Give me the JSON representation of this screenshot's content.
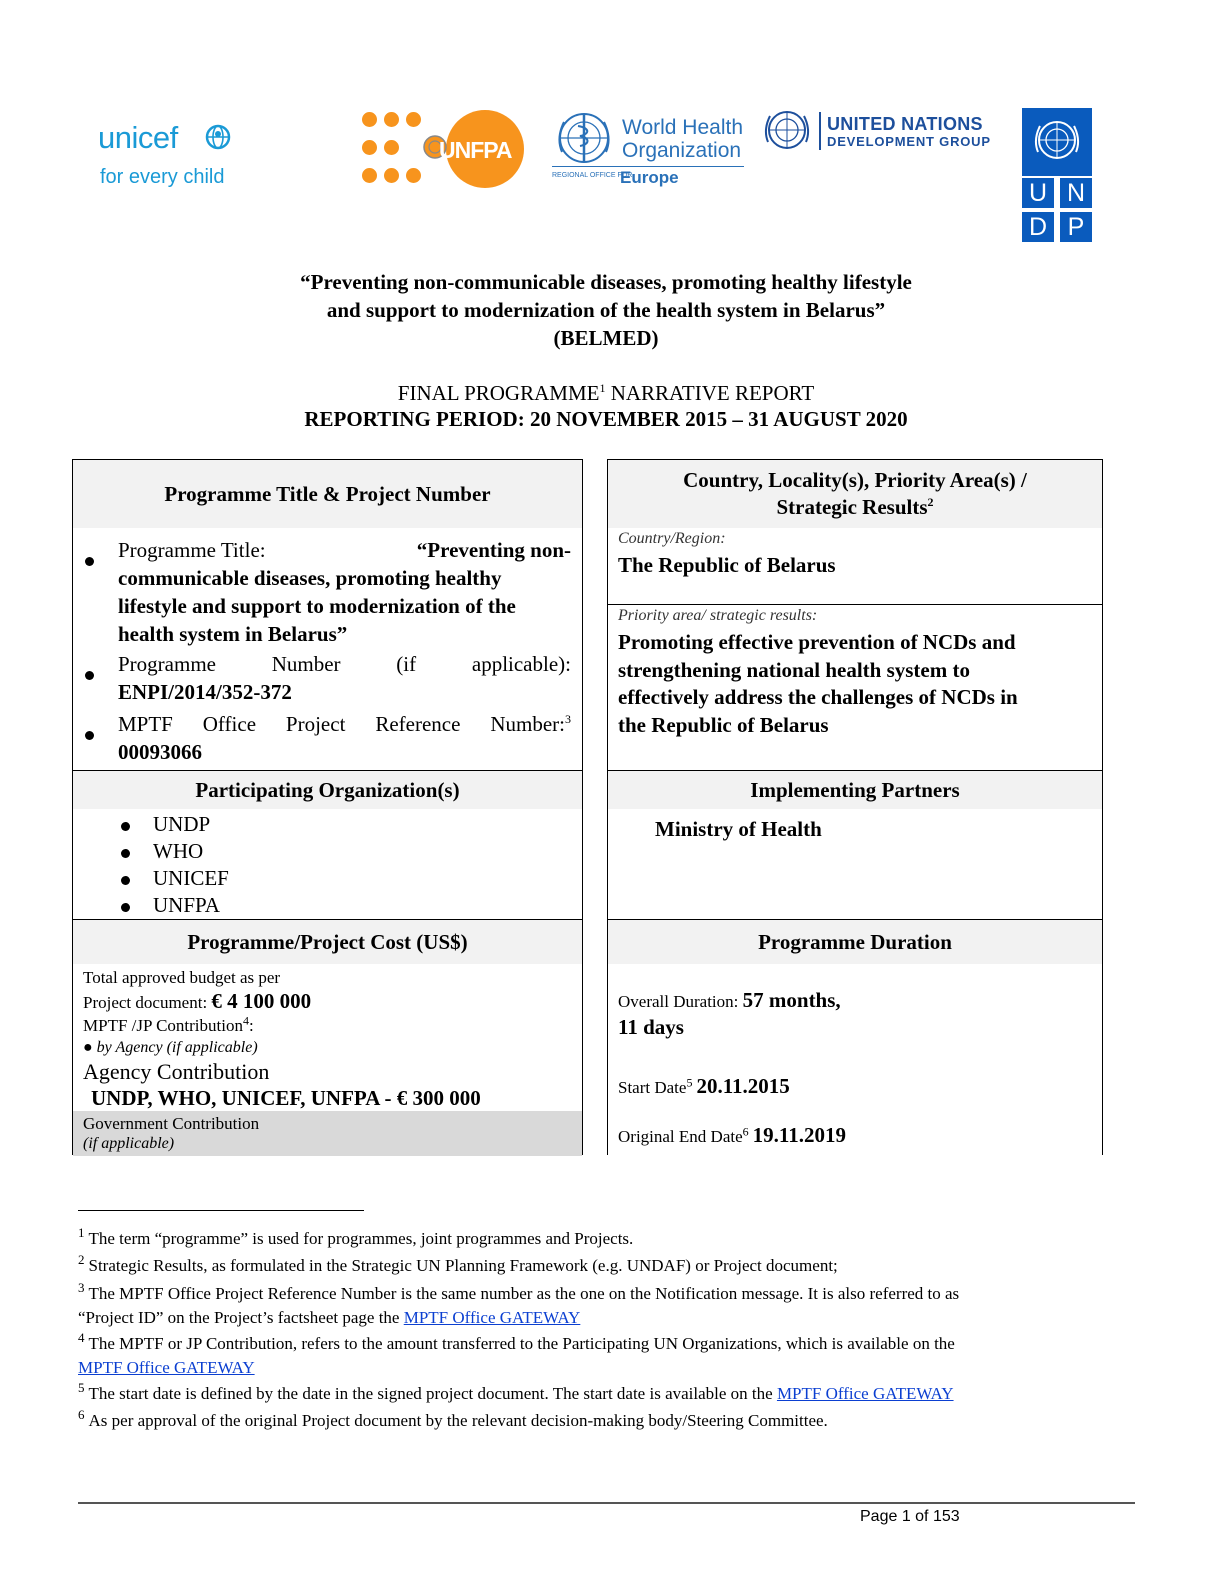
{
  "logos": {
    "unicef": {
      "word": "unicef",
      "tagline": "for every child",
      "color": "#1a9ad6"
    },
    "unfpa": {
      "name": "UNFPA",
      "color": "#f7941d"
    },
    "who": {
      "line1": "World Health",
      "line2": "Organization",
      "region_label": "REGIONAL OFFICE FOR",
      "region": "Europe",
      "color": "#2a71b8"
    },
    "undg": {
      "line1": "UNITED NATIONS",
      "line2": "DEVELOPMENT GROUP",
      "color": "#1d4f9c"
    },
    "undp": {
      "letters": [
        "U",
        "N",
        "D",
        "P"
      ],
      "color": "#0a5bbd"
    }
  },
  "title": {
    "line1": "“Preventing non-communicable diseases, promoting healthy lifestyle",
    "line2": "and support to modernization of the health system in Belarus”",
    "line3": "(BELMED)"
  },
  "report": {
    "heading_a": "FINAL PROGRAMME",
    "heading_sup": "1",
    "heading_b": " NARRATIVE REPORT",
    "period": "REPORTING PERIOD: 20 NOVEMBER 2015 – 31 AUGUST 2020"
  },
  "left_table": {
    "programme_header": "Programme Title & Project Number",
    "title_label": "Programme Title:",
    "title_value_1": "“Preventing non-",
    "title_value_2": "communicable diseases, promoting healthy",
    "title_value_3": "lifestyle and support to modernization of the",
    "title_value_4": "health system in Belarus”",
    "number_label": "Programme Number (if applicable):",
    "number_value": "ENPI/2014/352-372",
    "mptf_label": "MPTF Office Project Reference Number:",
    "mptf_sup": "3",
    "mptf_value": "00093066",
    "participating_header": "Participating Organization(s)",
    "organizations": [
      "UNDP",
      "WHO",
      "UNICEF",
      "UNFPA"
    ],
    "cost_header": "Programme/Project Cost (US$)",
    "budget_label_1": "Total approved budget as per",
    "budget_label_2": "Project document: ",
    "budget_value": "€ 4 100 000",
    "mptf_contrib_label": "MPTF /JP Contribution",
    "mptf_contrib_sup": "4",
    "mptf_contrib_colon": ":",
    "by_agency": "by Agency (if applicable)",
    "agency_contrib_label": "Agency Contribution",
    "agency_contrib_value": "UNDP, WHO, UNICEF, UNFPA - € 300 000",
    "gov_contrib_label": "Government Contribution",
    "gov_contrib_note": "(if applicable)"
  },
  "right_table": {
    "country_header_1": "Country, Locality(s), Priority Area(s) /",
    "country_header_2": "Strategic Results",
    "country_header_sup": "2",
    "country_label": "Country/Region:",
    "country_value": "The Republic of Belarus",
    "priority_label": "Priority area/ strategic results:",
    "priority_value_1": "Promoting effective prevention of NCDs and",
    "priority_value_2": "strengthening national health system to",
    "priority_value_3": "effectively address the challenges of NCDs in",
    "priority_value_4": "the Republic of Belarus",
    "implementing_header": "Implementing Partners",
    "implementing_value": "Ministry of Health",
    "duration_header": "Programme Duration",
    "overall_label": "Overall Duration: ",
    "overall_value_1": "57 months,",
    "overall_value_2": "11 days",
    "start_label": "Start Date",
    "start_sup": "5",
    "start_value": "20.11.2015",
    "end_label": "Original End Date",
    "end_sup": "6",
    "end_value": "19.11.2019"
  },
  "footnotes": {
    "f1_num": "1",
    "f1_text": "The term “programme” is used for programmes, joint programmes and Projects.",
    "f2_num": "2",
    "f2_text": "Strategic Results, as formulated in the Strategic UN Planning Framework (e.g. UNDAF) or Project document;",
    "f3_num": "3",
    "f3_text_1": "The MPTF Office Project Reference Number is the same number as the one on the Notification message. It is also referred to as",
    "f3_text_2": "“Project ID” on the Project’s factsheet page the ",
    "f4_num": "4",
    "f4_text_1": "The MPTF or JP Contribution, refers to the amount transferred to the Participating UN Organizations, which is available on the",
    "f5_num": "5",
    "f5_text": "The start date is defined by the  date in the signed project document. The start date is available on the ",
    "f6_num": "6",
    "f6_text": "As per approval of the original Project document by the relevant decision-making body/Steering Committee.",
    "link_text": "MPTF Office GATEWAY"
  },
  "page": {
    "label": "Page 1 of 153"
  }
}
